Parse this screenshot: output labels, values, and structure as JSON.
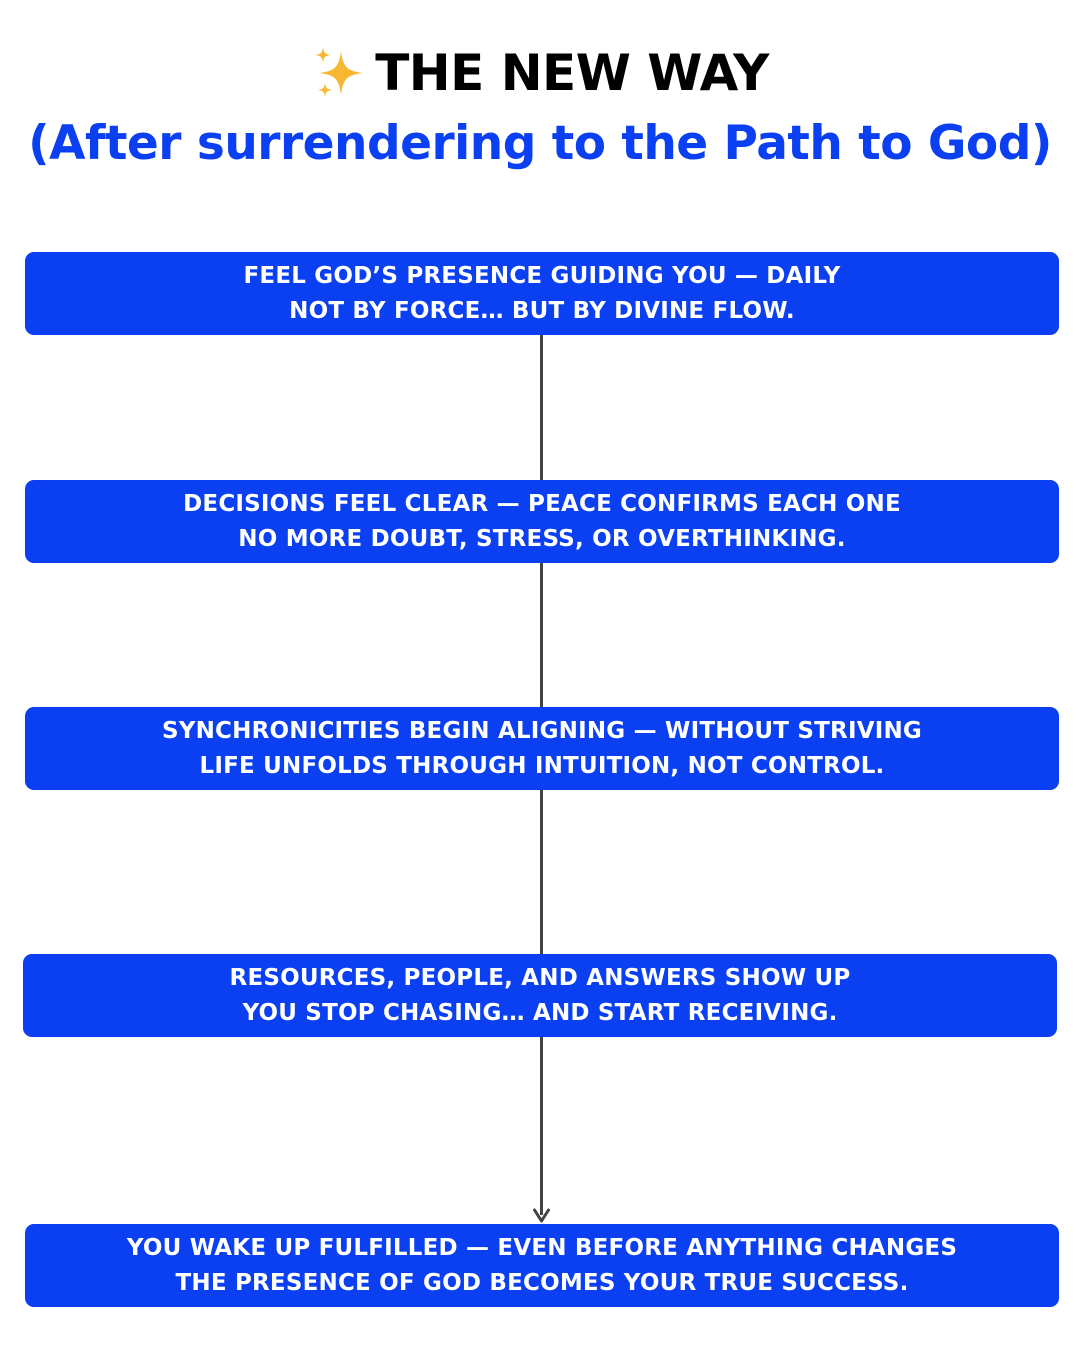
{
  "header": {
    "icon": "sparkles-icon",
    "title": "THE NEW WAY",
    "subtitle": "(After surrendering to the Path to God)"
  },
  "colors": {
    "step_background": "#0a3ff2",
    "step_text": "#ffffff",
    "subtitle": "#0a3ff2",
    "connector": "#444444",
    "sparkle": "#f7b731"
  },
  "steps": [
    {
      "line1": "FEEL GOD’S PRESENCE GUIDING YOU — DAILY",
      "line2": "NOT BY FORCE… BUT BY DIVINE FLOW."
    },
    {
      "line1": "DECISIONS FEEL CLEAR — PEACE CONFIRMS EACH ONE",
      "line2": "NO MORE DOUBT, STRESS, OR OVERTHINKING."
    },
    {
      "line1": "SYNCHRONICITIES BEGIN ALIGNING — WITHOUT STRIVING",
      "line2": "LIFE UNFOLDS THROUGH INTUITION, NOT CONTROL."
    },
    {
      "line1": "RESOURCES, PEOPLE, AND ANSWERS SHOW UP",
      "line2": "YOU STOP CHASING… AND START RECEIVING."
    },
    {
      "line1": "YOU WAKE UP FULFILLED — EVEN BEFORE ANYTHING CHANGES",
      "line2": "THE PRESENCE OF GOD BECOMES YOUR TRUE SUCCESS."
    }
  ]
}
